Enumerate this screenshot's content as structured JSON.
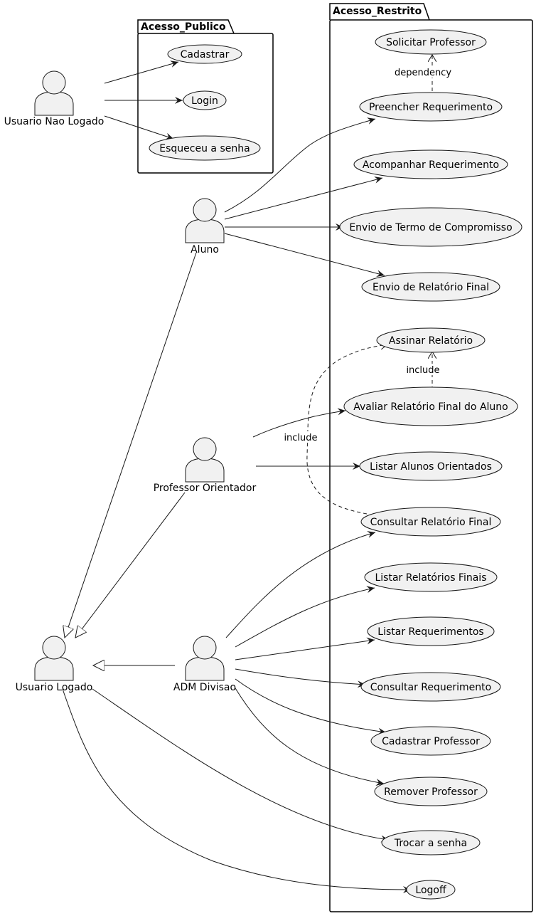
{
  "colors": {
    "fill": "#f1f1f1",
    "stroke": "#181818",
    "package_stroke": "#000000",
    "background": "#ffffff"
  },
  "packages": {
    "publico": "Acesso_Publico",
    "restrito": "Acesso_Restrito"
  },
  "actors": {
    "nao_logado": "Usuario Nao Logado",
    "aluno": "Aluno",
    "professor": "Professor Orientador",
    "logado": "Usuario Logado",
    "adm": "ADM Divisao"
  },
  "usecases": {
    "cadastrar": "Cadastrar",
    "login": "Login",
    "esqueceu": "Esqueceu a senha",
    "solicitar_prof": "Solicitar Professor",
    "preencher_req": "Preencher Requerimento",
    "acompanhar_req": "Acompanhar Requerimento",
    "envio_termo": "Envio de Termo de Compromisso",
    "envio_relatorio": "Envio de Relatório Final",
    "assinar_relatorio": "Assinar Relatório",
    "avaliar_relatorio": "Avaliar Relatório Final do Aluno",
    "listar_alunos": "Listar Alunos Orientados",
    "consultar_relatorio": "Consultar Relatório Final",
    "listar_relatorios": "Listar Relatórios Finais",
    "listar_req": "Listar Requerimentos",
    "consultar_req": "Consultar Requerimento",
    "cadastrar_prof": "Cadastrar Professor",
    "remover_prof": "Remover Professor",
    "trocar_senha": "Trocar a senha",
    "logoff": "Logoff"
  },
  "relations": {
    "dependency": "dependency",
    "include_assinar": "include",
    "include_consultar": "include"
  }
}
